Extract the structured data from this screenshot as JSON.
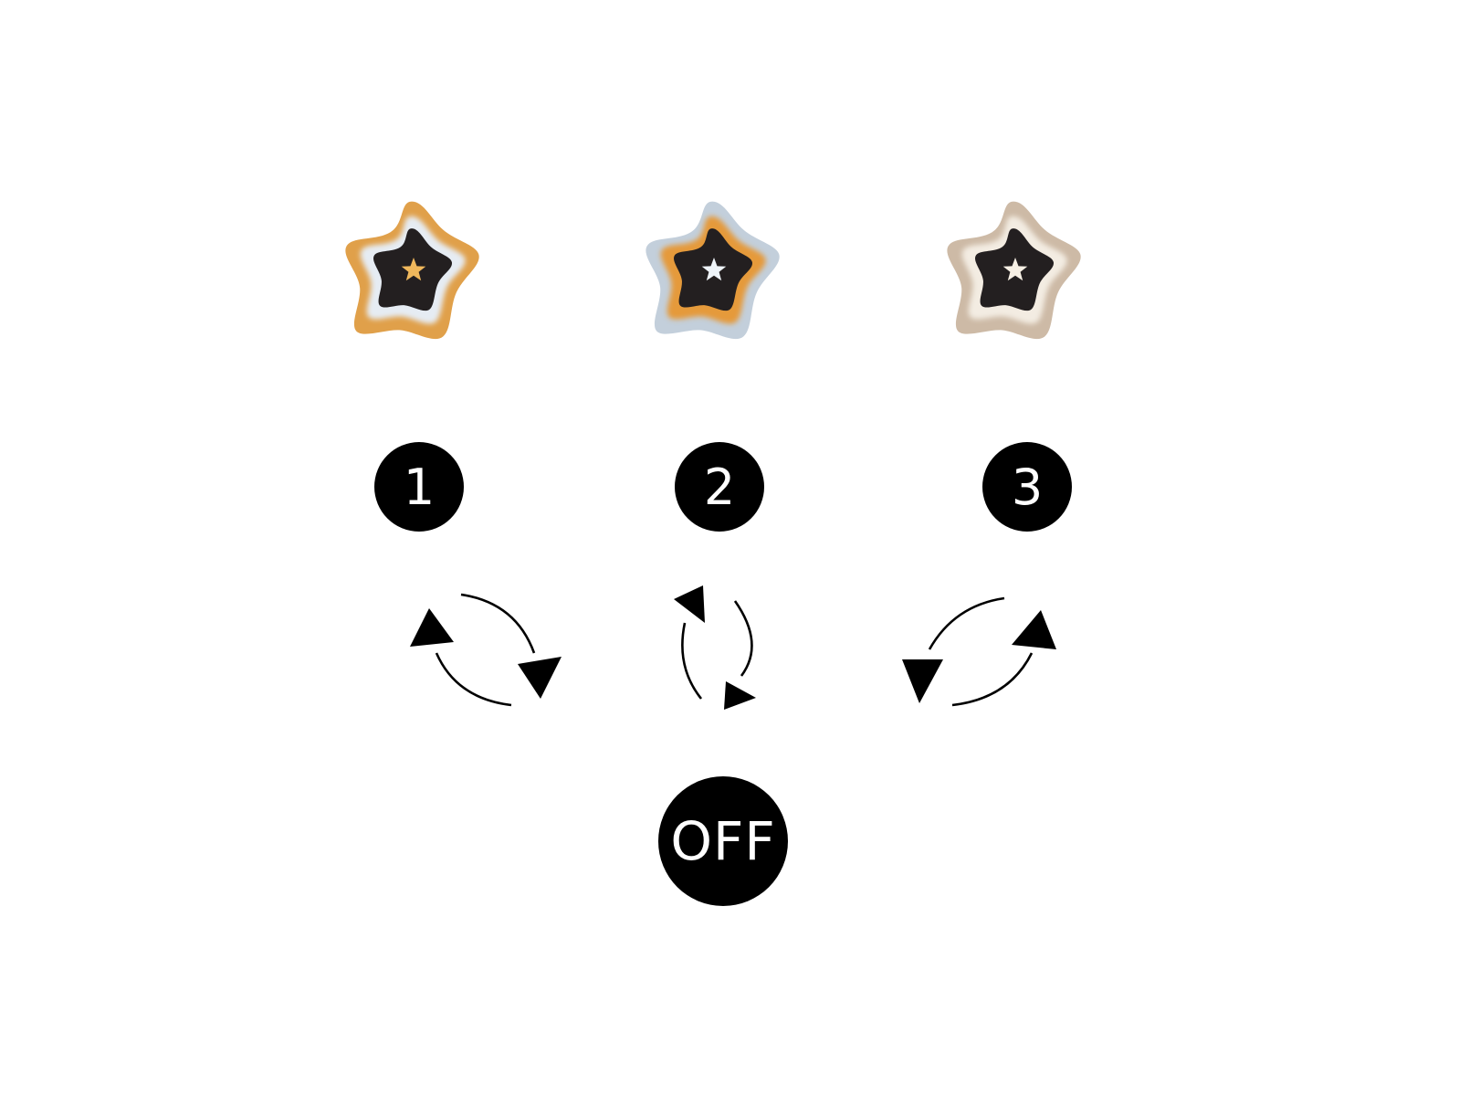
{
  "modes": [
    {
      "label": "1",
      "lamp": {
        "icon": "star-lamp-icon",
        "outer_color": "#e0a04a",
        "glow_color": "#e6ecf3",
        "center_color": "#f0b85c"
      }
    },
    {
      "label": "2",
      "lamp": {
        "icon": "star-lamp-icon",
        "outer_color": "#c3cfdb",
        "glow_color": "#e59a3a",
        "center_color": "#eef3f8"
      }
    },
    {
      "label": "3",
      "lamp": {
        "icon": "star-lamp-icon",
        "outer_color": "#cdbaa6",
        "glow_color": "#f3ece2",
        "center_color": "#f6efe4"
      }
    }
  ],
  "off_label": "OFF",
  "icons": {
    "cycle_arrows": "cycle-arrows-icon"
  },
  "colors": {
    "badge_fill": "#000000",
    "badge_text": "#ffffff",
    "background": "#ffffff",
    "lamp_body": "#231f20"
  }
}
